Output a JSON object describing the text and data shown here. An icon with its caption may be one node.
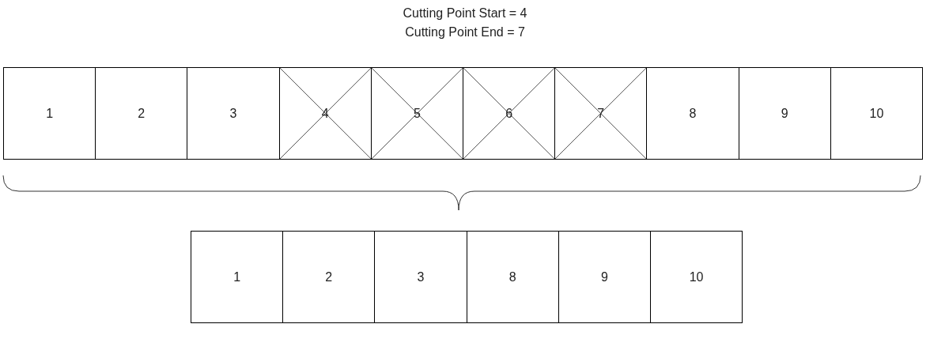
{
  "diagram": {
    "nodes": [
      {
        "text": [
          "1"
        ]
      },
      {
        "text": [
          "2"
        ]
      },
      {
        "text": [
          "3"
        ]
      },
      {
        "text": [
          "4"
        ]
      },
      {
        "text": [
          "5"
        ]
      },
      {
        "text": [
          "6"
        ]
      },
      {
        "text": [
          "7"
        ]
      },
      {
        "text": [
          "8"
        ]
      },
      {
        "text": [
          "9"
        ]
      },
      {
        "text": [
          "10"
        ]
      },
      {
        "text": [
          "1"
        ]
      },
      {
        "text": [
          "2"
        ]
      },
      {
        "text": [
          "3"
        ]
      },
      {
        "text": [
          "8"
        ]
      },
      {
        "text": [
          "9"
        ]
      },
      {
        "text": [
          "10"
        ]
      }
    ],
    "edges": [],
    "labels": [
      "Cutting Point Start = 4",
      "Cutting Point End = 7"
    ]
  }
}
